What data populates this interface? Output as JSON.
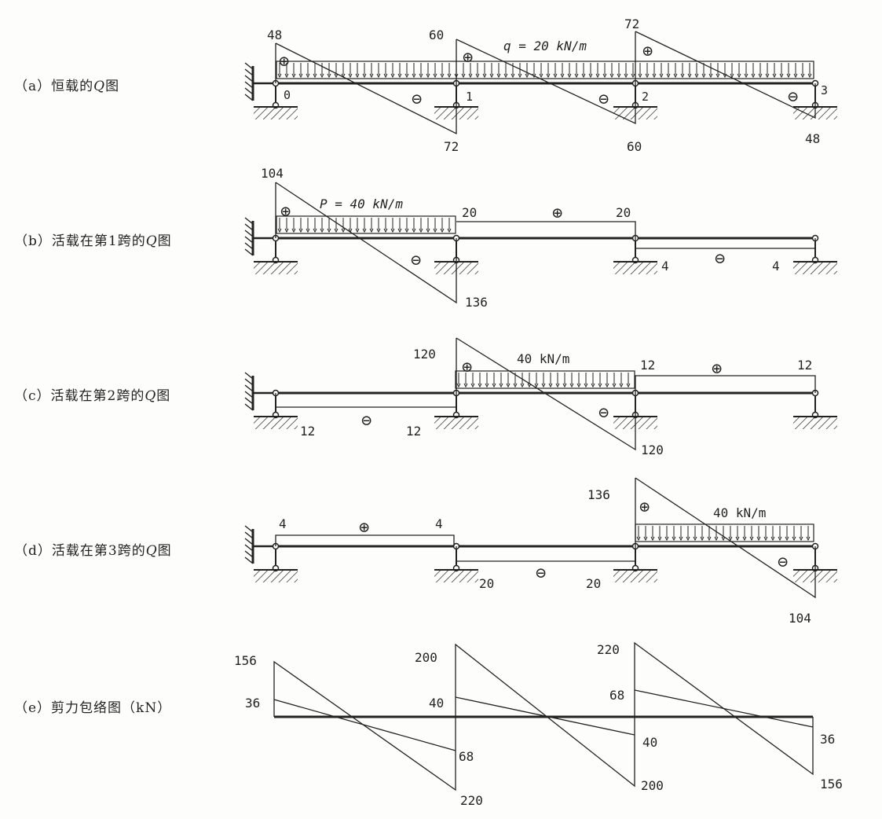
{
  "rows": [
    {
      "label_prefix": "（a）恒载的",
      "label_suffix": "图",
      "q_symbol": "Q",
      "load": "q = 20 kN/m",
      "joints": [
        "0",
        "1",
        "2",
        "3"
      ],
      "values": [
        "48",
        "72",
        "60",
        "60",
        "72",
        "48"
      ]
    },
    {
      "label_prefix": "（b）活载在第1跨的",
      "label_suffix": "图",
      "q_symbol": "Q",
      "load": "P = 40 kN/m",
      "values": [
        "104",
        "136",
        "20",
        "20",
        "4",
        "4"
      ]
    },
    {
      "label_prefix": "（c）活载在第2跨的",
      "label_suffix": "图",
      "q_symbol": "Q",
      "load": "40 kN/m",
      "values": [
        "12",
        "12",
        "120",
        "120",
        "12",
        "12"
      ]
    },
    {
      "label_prefix": "（d）活载在第3跨的",
      "label_suffix": "图",
      "q_symbol": "Q",
      "load": "40 kN/m",
      "values": [
        "4",
        "4",
        "20",
        "20",
        "136",
        "104"
      ]
    },
    {
      "label": "（e）剪力包络图（kN）",
      "values": [
        "156",
        "36",
        "68",
        "220",
        "200",
        "40",
        "40",
        "200",
        "220",
        "68",
        "36",
        "156"
      ]
    }
  ],
  "signs": {
    "plus": "⊕",
    "minus": "⊖"
  }
}
